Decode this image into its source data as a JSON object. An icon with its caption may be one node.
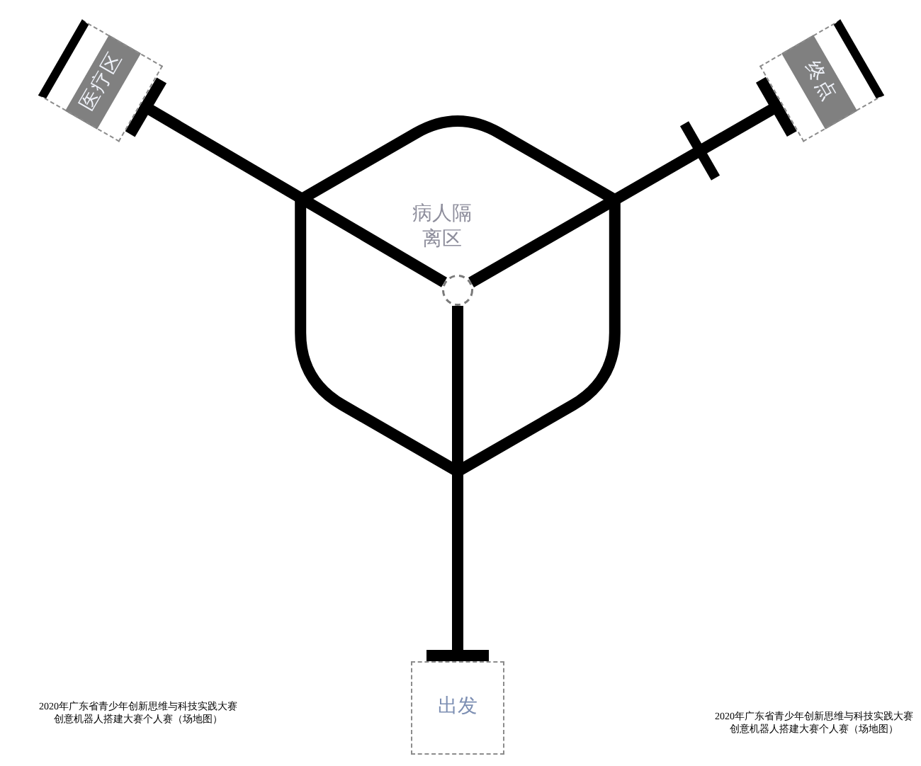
{
  "diagram": {
    "nodes": [
      {
        "text": [
          "医疗区"
        ]
      },
      {
        "text": [
          "终点"
        ]
      },
      {
        "text": [],
        "shape": "circle",
        "beside": [
          "病人隔离区"
        ]
      },
      {
        "text": [
          "出发"
        ]
      }
    ],
    "edges": [
      {
        "from": 0,
        "to": 2,
        "arrow": "other"
      },
      {
        "from": 1,
        "to": 2,
        "arrow": "other"
      },
      {
        "from": 3,
        "to": 2,
        "arrow": "other"
      }
    ],
    "labels": [
      "2020年广东省青少年创新思维与科技实践大赛创意机器人搭建大赛个人赛（场地图）",
      "2020年广东省青少年创新思维与科技实践大赛创意机器人搭建大赛个人赛（场地图）"
    ]
  }
}
